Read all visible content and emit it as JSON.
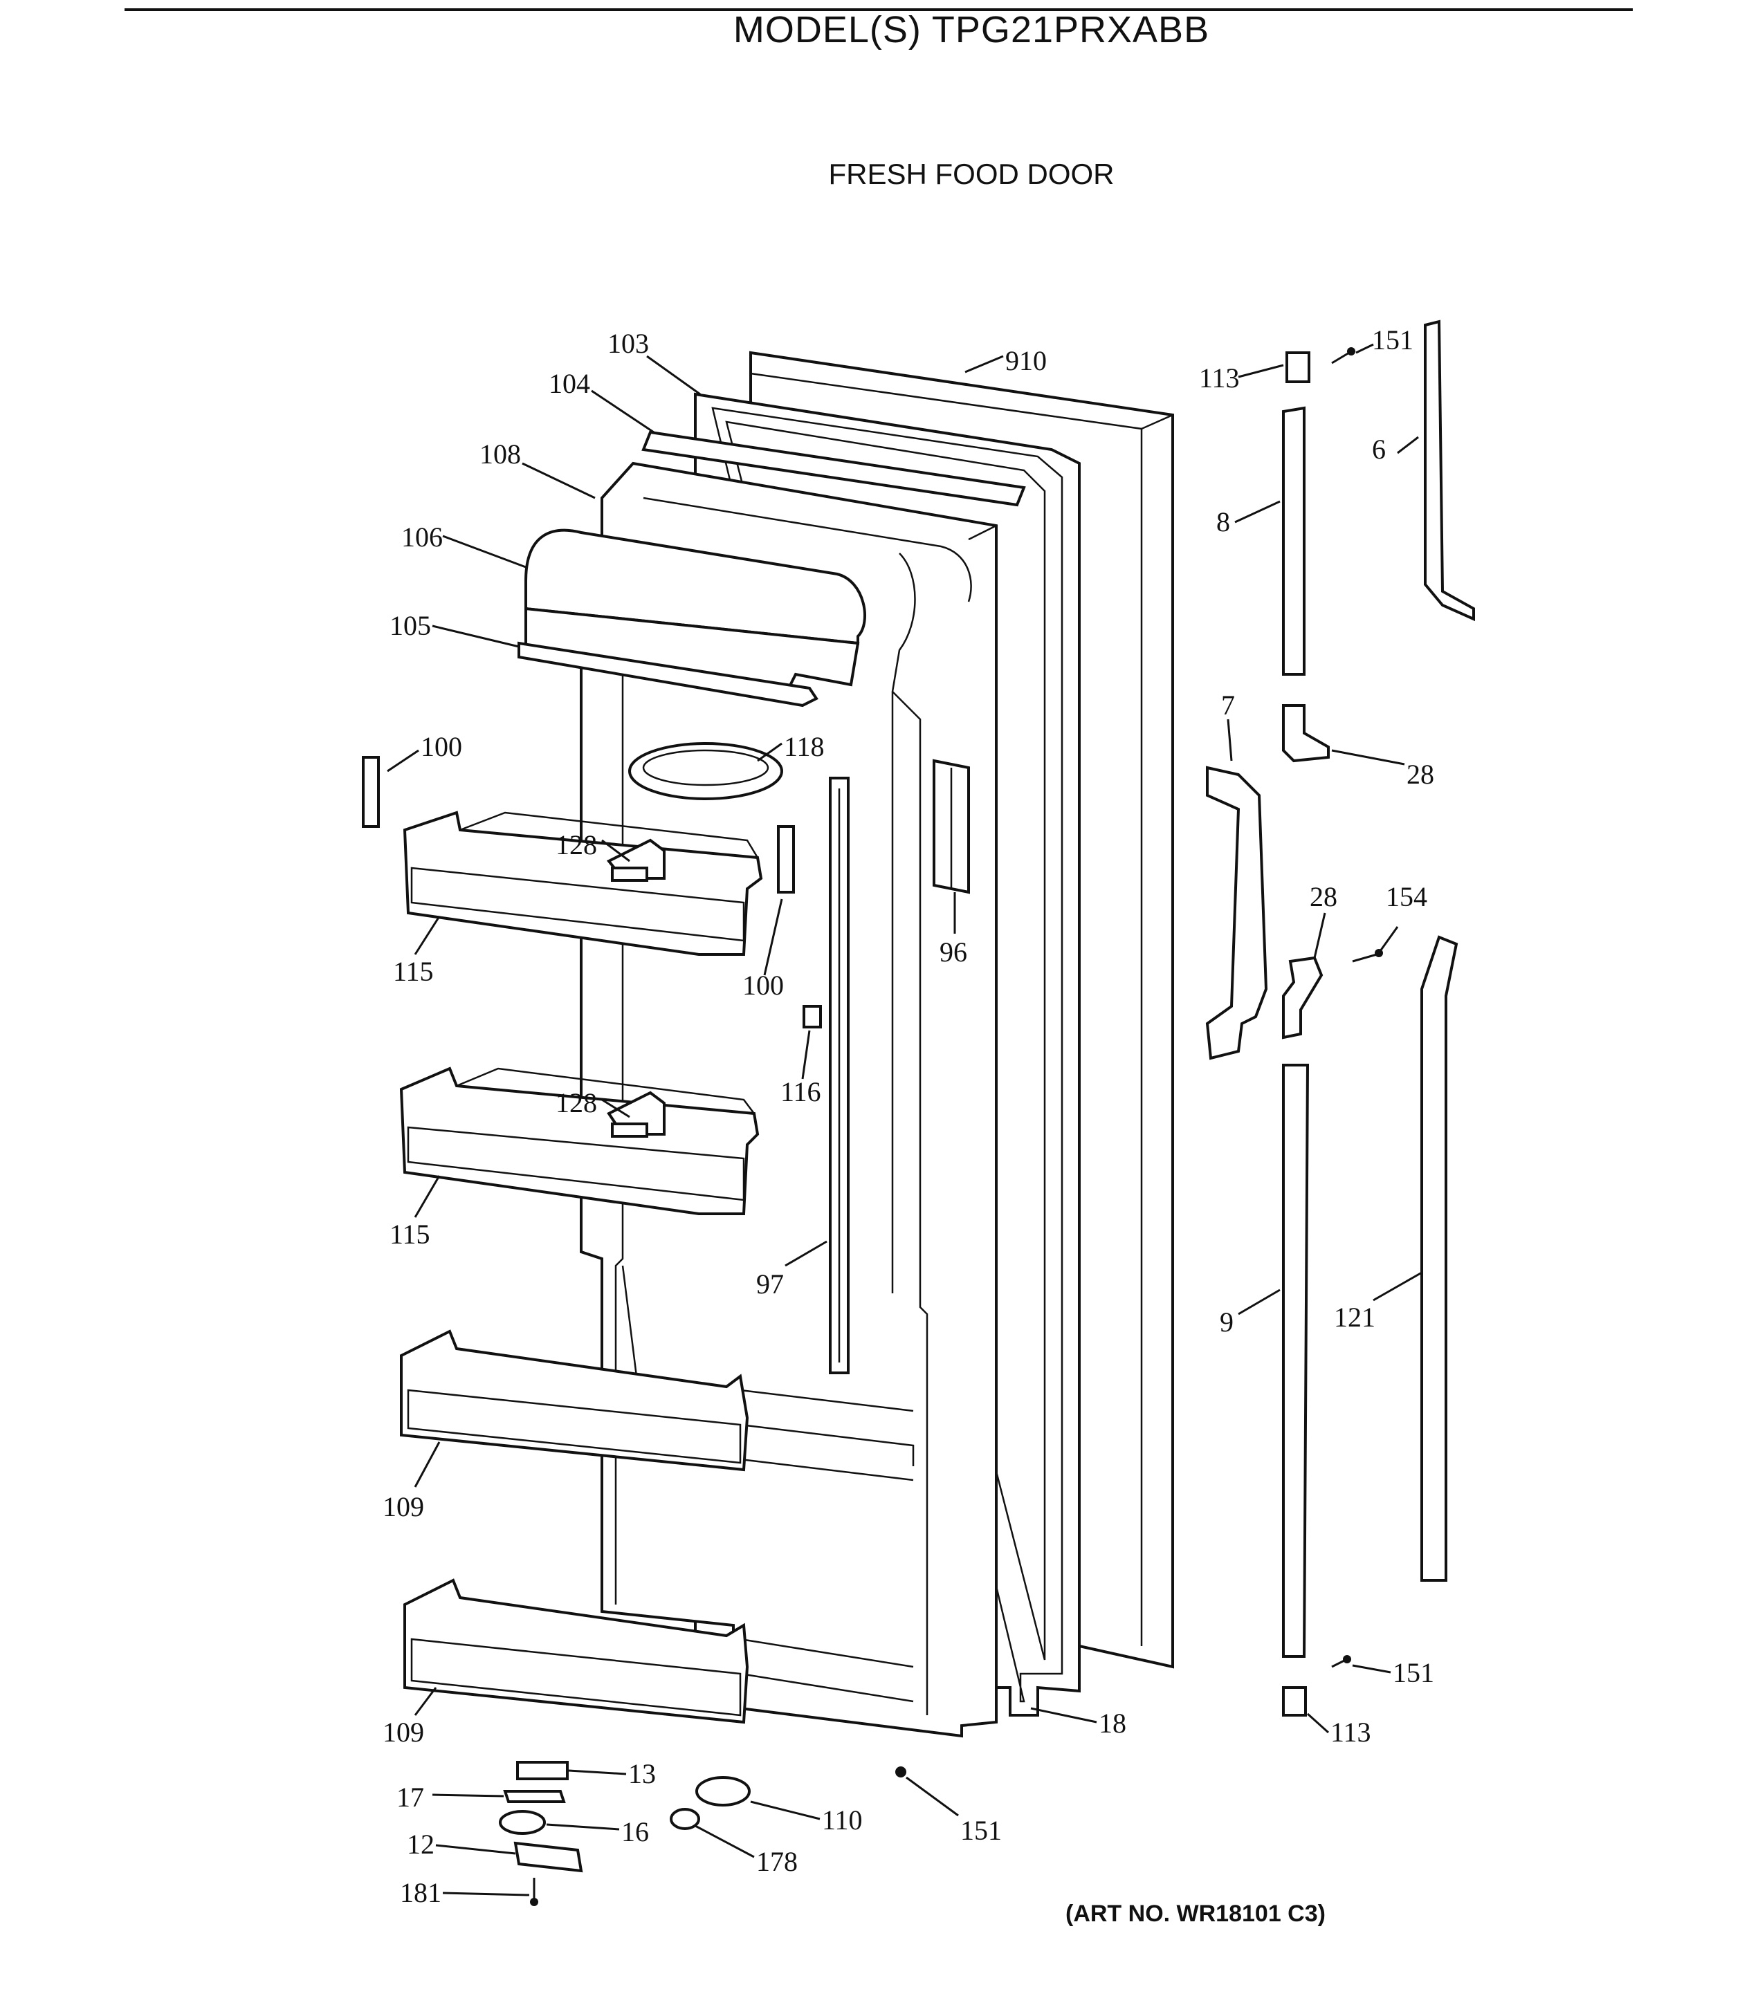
{
  "header": {
    "model_title": "MODEL(S) TPG21PRXABB",
    "section_title": "FRESH FOOD DOOR"
  },
  "footer": {
    "art_number": "(ART NO. WR18101 C3)"
  },
  "callouts": [
    {
      "id": "c910",
      "text": "910"
    },
    {
      "id": "c103",
      "text": "103"
    },
    {
      "id": "c104",
      "text": "104"
    },
    {
      "id": "c108",
      "text": "108"
    },
    {
      "id": "c106",
      "text": "106"
    },
    {
      "id": "c105",
      "text": "105"
    },
    {
      "id": "c100a",
      "text": "100"
    },
    {
      "id": "c118",
      "text": "118"
    },
    {
      "id": "c128a",
      "text": "128"
    },
    {
      "id": "c115a",
      "text": "115"
    },
    {
      "id": "c100b",
      "text": "100"
    },
    {
      "id": "c96",
      "text": "96"
    },
    {
      "id": "c116",
      "text": "116"
    },
    {
      "id": "c128b",
      "text": "128"
    },
    {
      "id": "c115b",
      "text": "115"
    },
    {
      "id": "c97",
      "text": "97"
    },
    {
      "id": "c109a",
      "text": "109"
    },
    {
      "id": "c109b",
      "text": "109"
    },
    {
      "id": "c113a",
      "text": "113"
    },
    {
      "id": "c151a",
      "text": "151"
    },
    {
      "id": "c6",
      "text": "6"
    },
    {
      "id": "c8",
      "text": "8"
    },
    {
      "id": "c7",
      "text": "7"
    },
    {
      "id": "c28a",
      "text": "28"
    },
    {
      "id": "c28b",
      "text": "28"
    },
    {
      "id": "c154",
      "text": "154"
    },
    {
      "id": "c9",
      "text": "9"
    },
    {
      "id": "c121",
      "text": "121"
    },
    {
      "id": "c151b",
      "text": "151"
    },
    {
      "id": "c113b",
      "text": "113"
    },
    {
      "id": "c18",
      "text": "18"
    },
    {
      "id": "c13",
      "text": "13"
    },
    {
      "id": "c17",
      "text": "17"
    },
    {
      "id": "c16",
      "text": "16"
    },
    {
      "id": "c12",
      "text": "12"
    },
    {
      "id": "c181",
      "text": "181"
    },
    {
      "id": "c110",
      "text": "110"
    },
    {
      "id": "c178",
      "text": "178"
    },
    {
      "id": "c151c",
      "text": "151"
    }
  ]
}
